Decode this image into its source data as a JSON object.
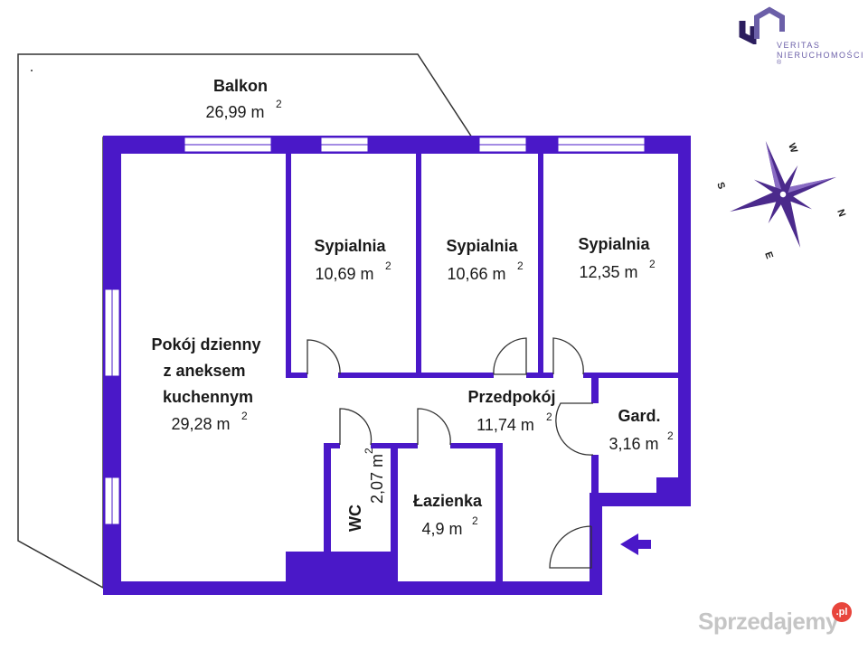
{
  "colors": {
    "wall": "#4a18c8",
    "compass": "#4b2a8c",
    "text": "#1a1a1a"
  },
  "brand": {
    "line1": "VERITAS",
    "line2": "NIERUCHOMOŚCI",
    "reg": "®"
  },
  "compass": {
    "n": "N",
    "s": "S",
    "e": "E",
    "w": "W"
  },
  "rooms": {
    "balkon": {
      "name": "Balkon",
      "area": "26,99 m",
      "sup": "2"
    },
    "sypialnia1": {
      "name": "Sypialnia",
      "area": "10,69 m",
      "sup": "2"
    },
    "sypialnia2": {
      "name": "Sypialnia",
      "area": "10,66 m",
      "sup": "2"
    },
    "sypialnia3": {
      "name": "Sypialnia",
      "area": "12,35 m",
      "sup": "2"
    },
    "pokoj": {
      "line1": "Pokój dzienny",
      "line2": "z aneksem",
      "line3": "kuchennym",
      "area": "29,28 m",
      "sup": "2"
    },
    "przedpokoj": {
      "name": "Przedpokój",
      "area": "11,74 m",
      "sup": "2"
    },
    "gard": {
      "name": "Gard.",
      "area": "3,16 m",
      "sup": "2"
    },
    "wc": {
      "name": "WC",
      "area": "2,07 m",
      "sup": "2"
    },
    "lazienka": {
      "name": "Łazienka",
      "area": "4,9 m",
      "sup": "2"
    }
  },
  "watermark": {
    "text": "Sprzedajemy",
    "badge": ".pl"
  }
}
